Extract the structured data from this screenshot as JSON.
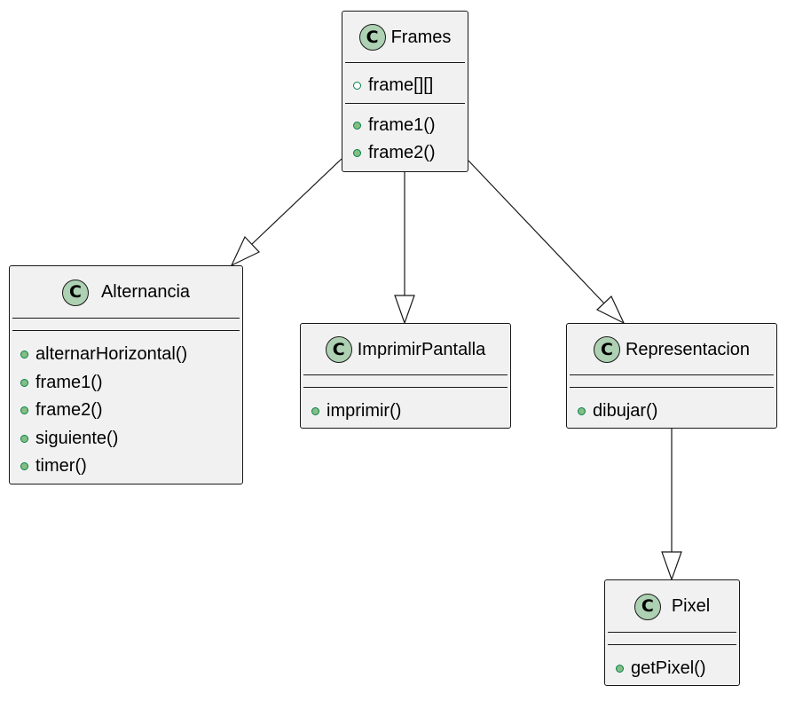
{
  "diagram": {
    "badge_letter": "C",
    "colors": {
      "class_fill": "#f1f1f1",
      "border": "#181818",
      "badge": "#add1b2",
      "method_dot": "#84be84",
      "field_dot_stroke": "#038048"
    },
    "classes": {
      "frames": {
        "name": "Frames",
        "fields": [
          "frame[][]"
        ],
        "methods": [
          "frame1()",
          "frame2()"
        ]
      },
      "alternancia": {
        "name": "Alternancia",
        "fields": [],
        "methods": [
          "alternarHorizontal()",
          "frame1()",
          "frame2()",
          "siguiente()",
          "timer()"
        ]
      },
      "imprimirpantalla": {
        "name": "ImprimirPantalla",
        "fields": [],
        "methods": [
          "imprimir()"
        ]
      },
      "representacion": {
        "name": "Representacion",
        "fields": [],
        "methods": [
          "dibujar()"
        ]
      },
      "pixel": {
        "name": "Pixel",
        "fields": [],
        "methods": [
          "getPixel()"
        ]
      }
    },
    "relations": [
      {
        "from": "Frames",
        "to": "Alternancia",
        "type": "generalization"
      },
      {
        "from": "Frames",
        "to": "ImprimirPantalla",
        "type": "generalization"
      },
      {
        "from": "Frames",
        "to": "Representacion",
        "type": "generalization"
      },
      {
        "from": "Representacion",
        "to": "Pixel",
        "type": "generalization"
      }
    ]
  }
}
